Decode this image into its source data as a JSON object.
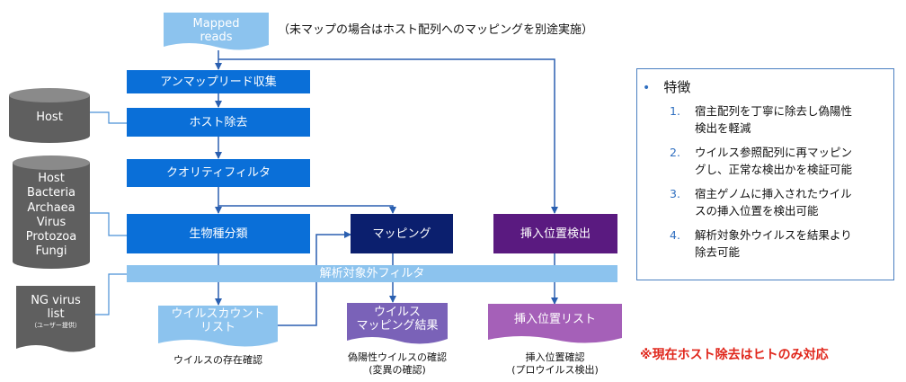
{
  "input": {
    "label_line1": "Mapped",
    "label_line2": "reads"
  },
  "input_note": "（未マップの場合はホスト配列へのマッピングを別途実施）",
  "steps": {
    "collect": "アンマップリード収集",
    "host_removal": "ホスト除去",
    "quality_filter": "クオリティフィルタ",
    "classification": "生物種分類",
    "mapping": "マッピング",
    "insertion": "挿入位置検出",
    "filter_bar": "解析対象外フィルタ"
  },
  "databases": {
    "host": "Host",
    "multi": [
      "Host",
      "Bacteria",
      "Archaea",
      "Virus",
      "Protozoa",
      "Fungi"
    ],
    "ng_line1": "NG virus",
    "ng_line2": "list",
    "ng_sub": "（ユーザー提供）"
  },
  "outputs": {
    "count_line1": "ウイルスカウント",
    "count_line2": "リスト",
    "mapping_line1": "ウイルス",
    "mapping_line2": "マッピング結果",
    "insertion": "挿入位置リスト"
  },
  "captions": {
    "count": "ウイルスの存在確認",
    "mapping_line1": "偽陽性ウイルスの確認",
    "mapping_line2": "(変異の確認)",
    "insertion_line1": "挿入位置確認",
    "insertion_line2": "(プロウイルス検出)"
  },
  "features": {
    "bullet": "•",
    "title": "特徴",
    "items": [
      {
        "num": "1.",
        "line1": "宿主配列を丁寧に除去し偽陽性",
        "line2": "検出を軽減"
      },
      {
        "num": "2.",
        "line1": "ウイルス参照配列に再マッピン",
        "line2": "グし、正常な検出かを検証可能"
      },
      {
        "num": "3.",
        "line1": "宿主ゲノムに挿入されたウイル",
        "line2": "スの挿入位置を検出可能"
      },
      {
        "num": "4.",
        "line1": "解析対象外ウイルスを結果より",
        "line2": "除去可能"
      }
    ]
  },
  "warning": "※現在ホスト除去はヒトのみ対応",
  "colors": {
    "step_blue": "#0a6fd8",
    "mapping_navy": "#0b1f6e",
    "insertion_purple": "#5a1a80",
    "filter_light_blue": "#8cc3ee",
    "doc_light_blue": "#8cc3ee",
    "doc_purple": "#7a62b8",
    "doc_magenta": "#a560b8",
    "db_gray": "#5f5f5f",
    "warning_red": "#e0261b"
  }
}
